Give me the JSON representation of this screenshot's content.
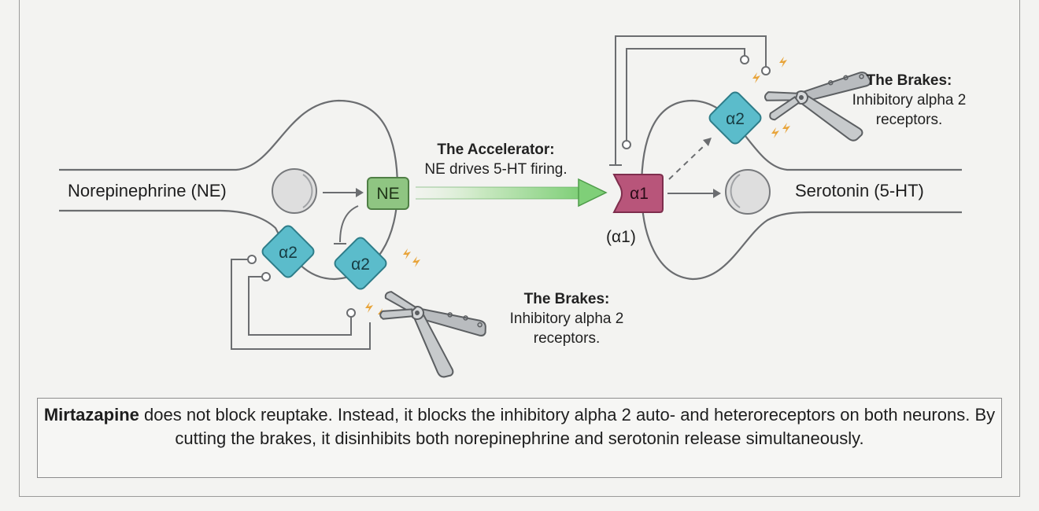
{
  "left_neuron_label": "Norepinephrine (NE)",
  "right_neuron_label": "Serotonin (5-HT)",
  "ne_box": "NE",
  "alpha2": "α2",
  "alpha1": "α1",
  "alpha1_caption": "(α1)",
  "accelerator": {
    "title": "The Accelerator:",
    "text": "NE drives 5-HT firing."
  },
  "brakes_left": {
    "title": "The Brakes:",
    "line1": "Inhibitory alpha 2",
    "line2": "receptors."
  },
  "brakes_right": {
    "title": "The Brakes:",
    "line1": "Inhibitory alpha 2",
    "line2": "receptors."
  },
  "caption": {
    "bold": "Mirtazapine",
    "text": " does not block reuptake. Instead, it blocks the inhibitory alpha 2 auto- and heteroreceptors on both neurons. By cutting the brakes, it disinhibits both norepinephrine and serotonin release simultaneously."
  },
  "colors": {
    "alpha2": "#5bbccb",
    "ne": "#8fc582",
    "alpha1": "#b8557a",
    "accel": "#7fd27a"
  },
  "icons": [
    "pliers-icon",
    "spark-icon"
  ]
}
